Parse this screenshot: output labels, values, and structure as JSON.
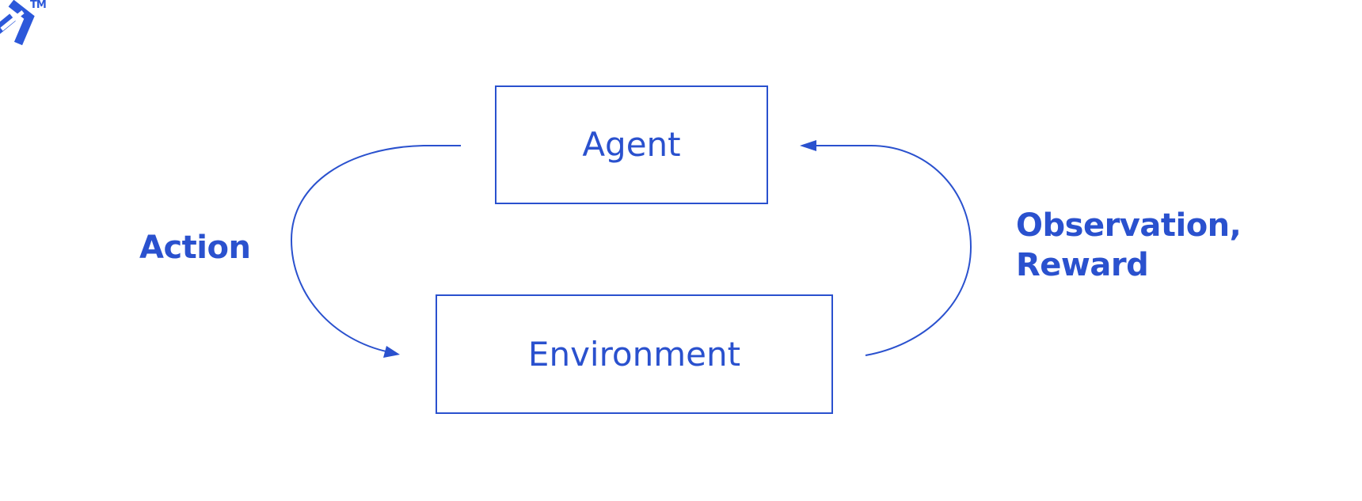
{
  "colors": {
    "diagram_blue": "#2a51ce",
    "logo_blue": "#2c58da",
    "background": "#ffffff"
  },
  "logo": {
    "name": "toptal-logo-partial",
    "tm": "TM"
  },
  "diagram": {
    "type": "cycle-diagram",
    "title_implied": "Reinforcement learning loop",
    "nodes": [
      {
        "id": "agent",
        "label": "Agent"
      },
      {
        "id": "environment",
        "label": "Environment"
      }
    ],
    "edges": [
      {
        "id": "action",
        "from": "agent",
        "to": "environment",
        "label": "Action",
        "side": "left",
        "direction": "downward"
      },
      {
        "id": "observation-reward",
        "from": "environment",
        "to": "agent",
        "label_line1": "Observation,",
        "label_line2": "Reward",
        "side": "right",
        "direction": "upward"
      }
    ],
    "agent_label": "Agent",
    "environment_label": "Environment",
    "action_label": "Action",
    "observation_label_line1": "Observation,",
    "observation_label_line2": "Reward"
  }
}
